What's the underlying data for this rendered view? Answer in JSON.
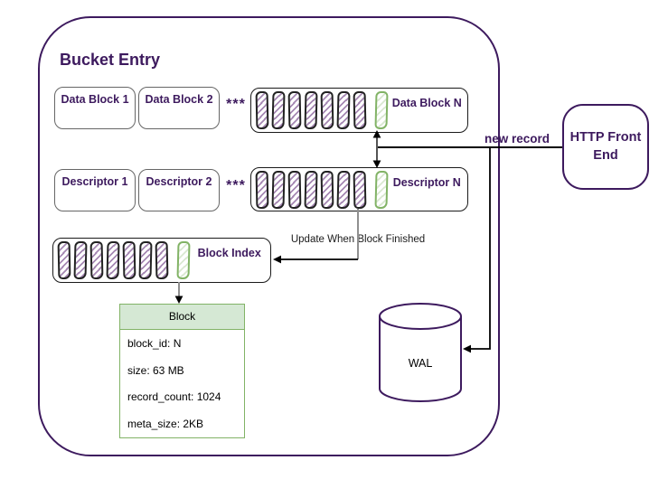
{
  "bucket": {
    "title": "Bucket Entry"
  },
  "data_block_row": {
    "block1": "Data Block 1",
    "block2": "Data Block 2",
    "ellipsis": "***",
    "blockN": "Data Block N"
  },
  "descriptor_row": {
    "desc1": "Descriptor 1",
    "desc2": "Descriptor 2",
    "ellipsis": "***",
    "descN": "Descriptor N"
  },
  "block_index": {
    "label": "Block Index"
  },
  "annotations": {
    "update": "Update When Block Finished",
    "new_record": "new record"
  },
  "block_table": {
    "header": "Block",
    "rows": [
      "block_id: N",
      "size: 63 MB",
      "record_count: 1024",
      "meta_size: 2KB"
    ]
  },
  "wal": {
    "label": "WAL"
  },
  "http_front_end": {
    "label": "HTTP Front End"
  },
  "colors": {
    "purple_dark": "#3d1a5e",
    "purple_hatch": "#9673a6",
    "green": "#82b366",
    "green_light_fill": "#d5e8d4",
    "connector_black": "#000000",
    "connector_gray": "#909090"
  }
}
